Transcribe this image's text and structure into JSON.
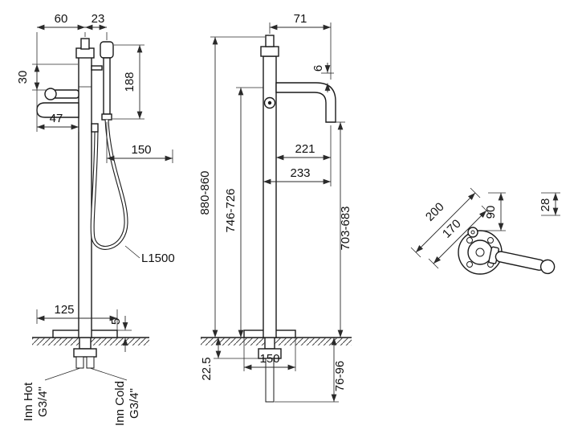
{
  "drawing": {
    "front": {
      "dim_60": "60",
      "dim_23": "23",
      "dim_30": "30",
      "dim_188": "188",
      "dim_47": "47",
      "dim_150": "150",
      "hose_label": "L1500",
      "dim_125": "125",
      "dim_5": "5",
      "inlet_hot": "Inn Hot",
      "inlet_hot_thread": "G3/4\"",
      "inlet_cold": "Inn Cold",
      "inlet_cold_thread": "G3/4\""
    },
    "side": {
      "dim_71": "71",
      "dim_6": "6",
      "dim_221": "221",
      "dim_233": "233",
      "dim_height_total": "880-860",
      "dim_height_spout": "746-726",
      "dim_height_outlet": "703-683",
      "dim_below_floor": "22.5",
      "dim_base": "150",
      "dim_depth": "76-96"
    },
    "plan": {
      "dim_200": "200",
      "dim_170": "170",
      "dim_90": "90",
      "dim_28": "28"
    }
  }
}
